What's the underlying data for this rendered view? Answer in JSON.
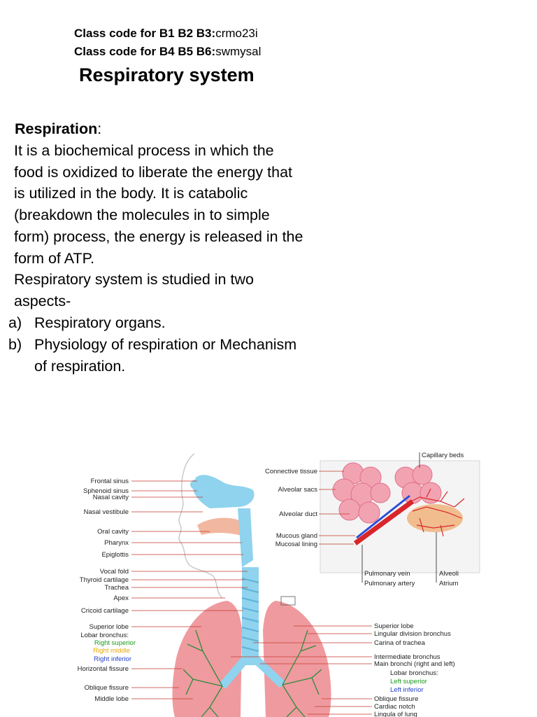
{
  "class_codes": [
    {
      "label": "Class code for B1 B2 B3:",
      "code": "crmo23i"
    },
    {
      "label": "Class code for B4 B5 B6:",
      "code": "swmysal"
    }
  ],
  "title": "Respiratory system",
  "section": {
    "heading": "Respiration",
    "heading_suffix": ":",
    "paragraph_lines": [
      "It is a biochemical process in which the",
      "food is oxidized to liberate the energy that",
      "is utilized in the body. It is catabolic",
      "(breakdown the molecules in to simple",
      "form) process, the energy is released in the",
      "form of ATP.",
      "Respiratory system is studied in two",
      "aspects-"
    ],
    "list": [
      {
        "marker": "a)",
        "lines": [
          "Respiratory  organs."
        ]
      },
      {
        "marker": "b)",
        "lines": [
          "Physiology of respiration or Mechanism",
          "of respiration."
        ]
      }
    ]
  },
  "diagram": {
    "left_labels": [
      {
        "text": "Frontal sinus"
      },
      {
        "text": "Sphenoid sinus"
      },
      {
        "text": "Nasal cavity"
      },
      {
        "text": "Nasal vestibule"
      },
      {
        "text": "Oral cavity"
      },
      {
        "text": "Pharynx"
      },
      {
        "text": "Epiglottis"
      },
      {
        "text": "Vocal fold"
      },
      {
        "text": "Thyroid cartilage"
      },
      {
        "text": "Trachea"
      },
      {
        "text": "Apex"
      },
      {
        "text": "Cricoid cartilage"
      },
      {
        "text": "Superior lobe"
      },
      {
        "text": "Lobar bronchus:"
      },
      {
        "text": "Right superior",
        "color": "green"
      },
      {
        "text": "Right middle",
        "color": "yellow"
      },
      {
        "text": "Right inferior",
        "color": "blue"
      },
      {
        "text": "Horizontal fissure"
      },
      {
        "text": "Oblique fissure"
      },
      {
        "text": "Middle lobe"
      }
    ],
    "inset_labels": [
      {
        "text": "Connective tissue"
      },
      {
        "text": "Alveolar sacs"
      },
      {
        "text": "Alveolar duct"
      },
      {
        "text": "Mucous gland"
      },
      {
        "text": "Mucosal lining"
      }
    ],
    "inset_top_label": "Capillary beds",
    "inset_bottom_labels": [
      {
        "text": "Pulmonary vein"
      },
      {
        "text": "Pulmonary artery"
      },
      {
        "text": "Alveoli"
      },
      {
        "text": "Atrium"
      }
    ],
    "right_labels": [
      {
        "text": "Superior lobe"
      },
      {
        "text": "Lingular division bronchus"
      },
      {
        "text": "Carina of trachea"
      },
      {
        "text": "Intermediate bronchus"
      },
      {
        "text": "Main bronchi (right and left)"
      },
      {
        "text": "Lobar bronchus:"
      },
      {
        "text": "Left superior",
        "color": "green"
      },
      {
        "text": "Left inferior",
        "color": "blue"
      },
      {
        "text": "Oblique fissure"
      },
      {
        "text": "Cardiac notch"
      },
      {
        "text": "Lingula of lung"
      }
    ],
    "colors": {
      "lung": "#ef9a9f",
      "airway": "#8fd3ee",
      "bronchi_tree": "#2e8b3e",
      "artery": "#d8262b",
      "leader_line": "#c0392b"
    }
  }
}
